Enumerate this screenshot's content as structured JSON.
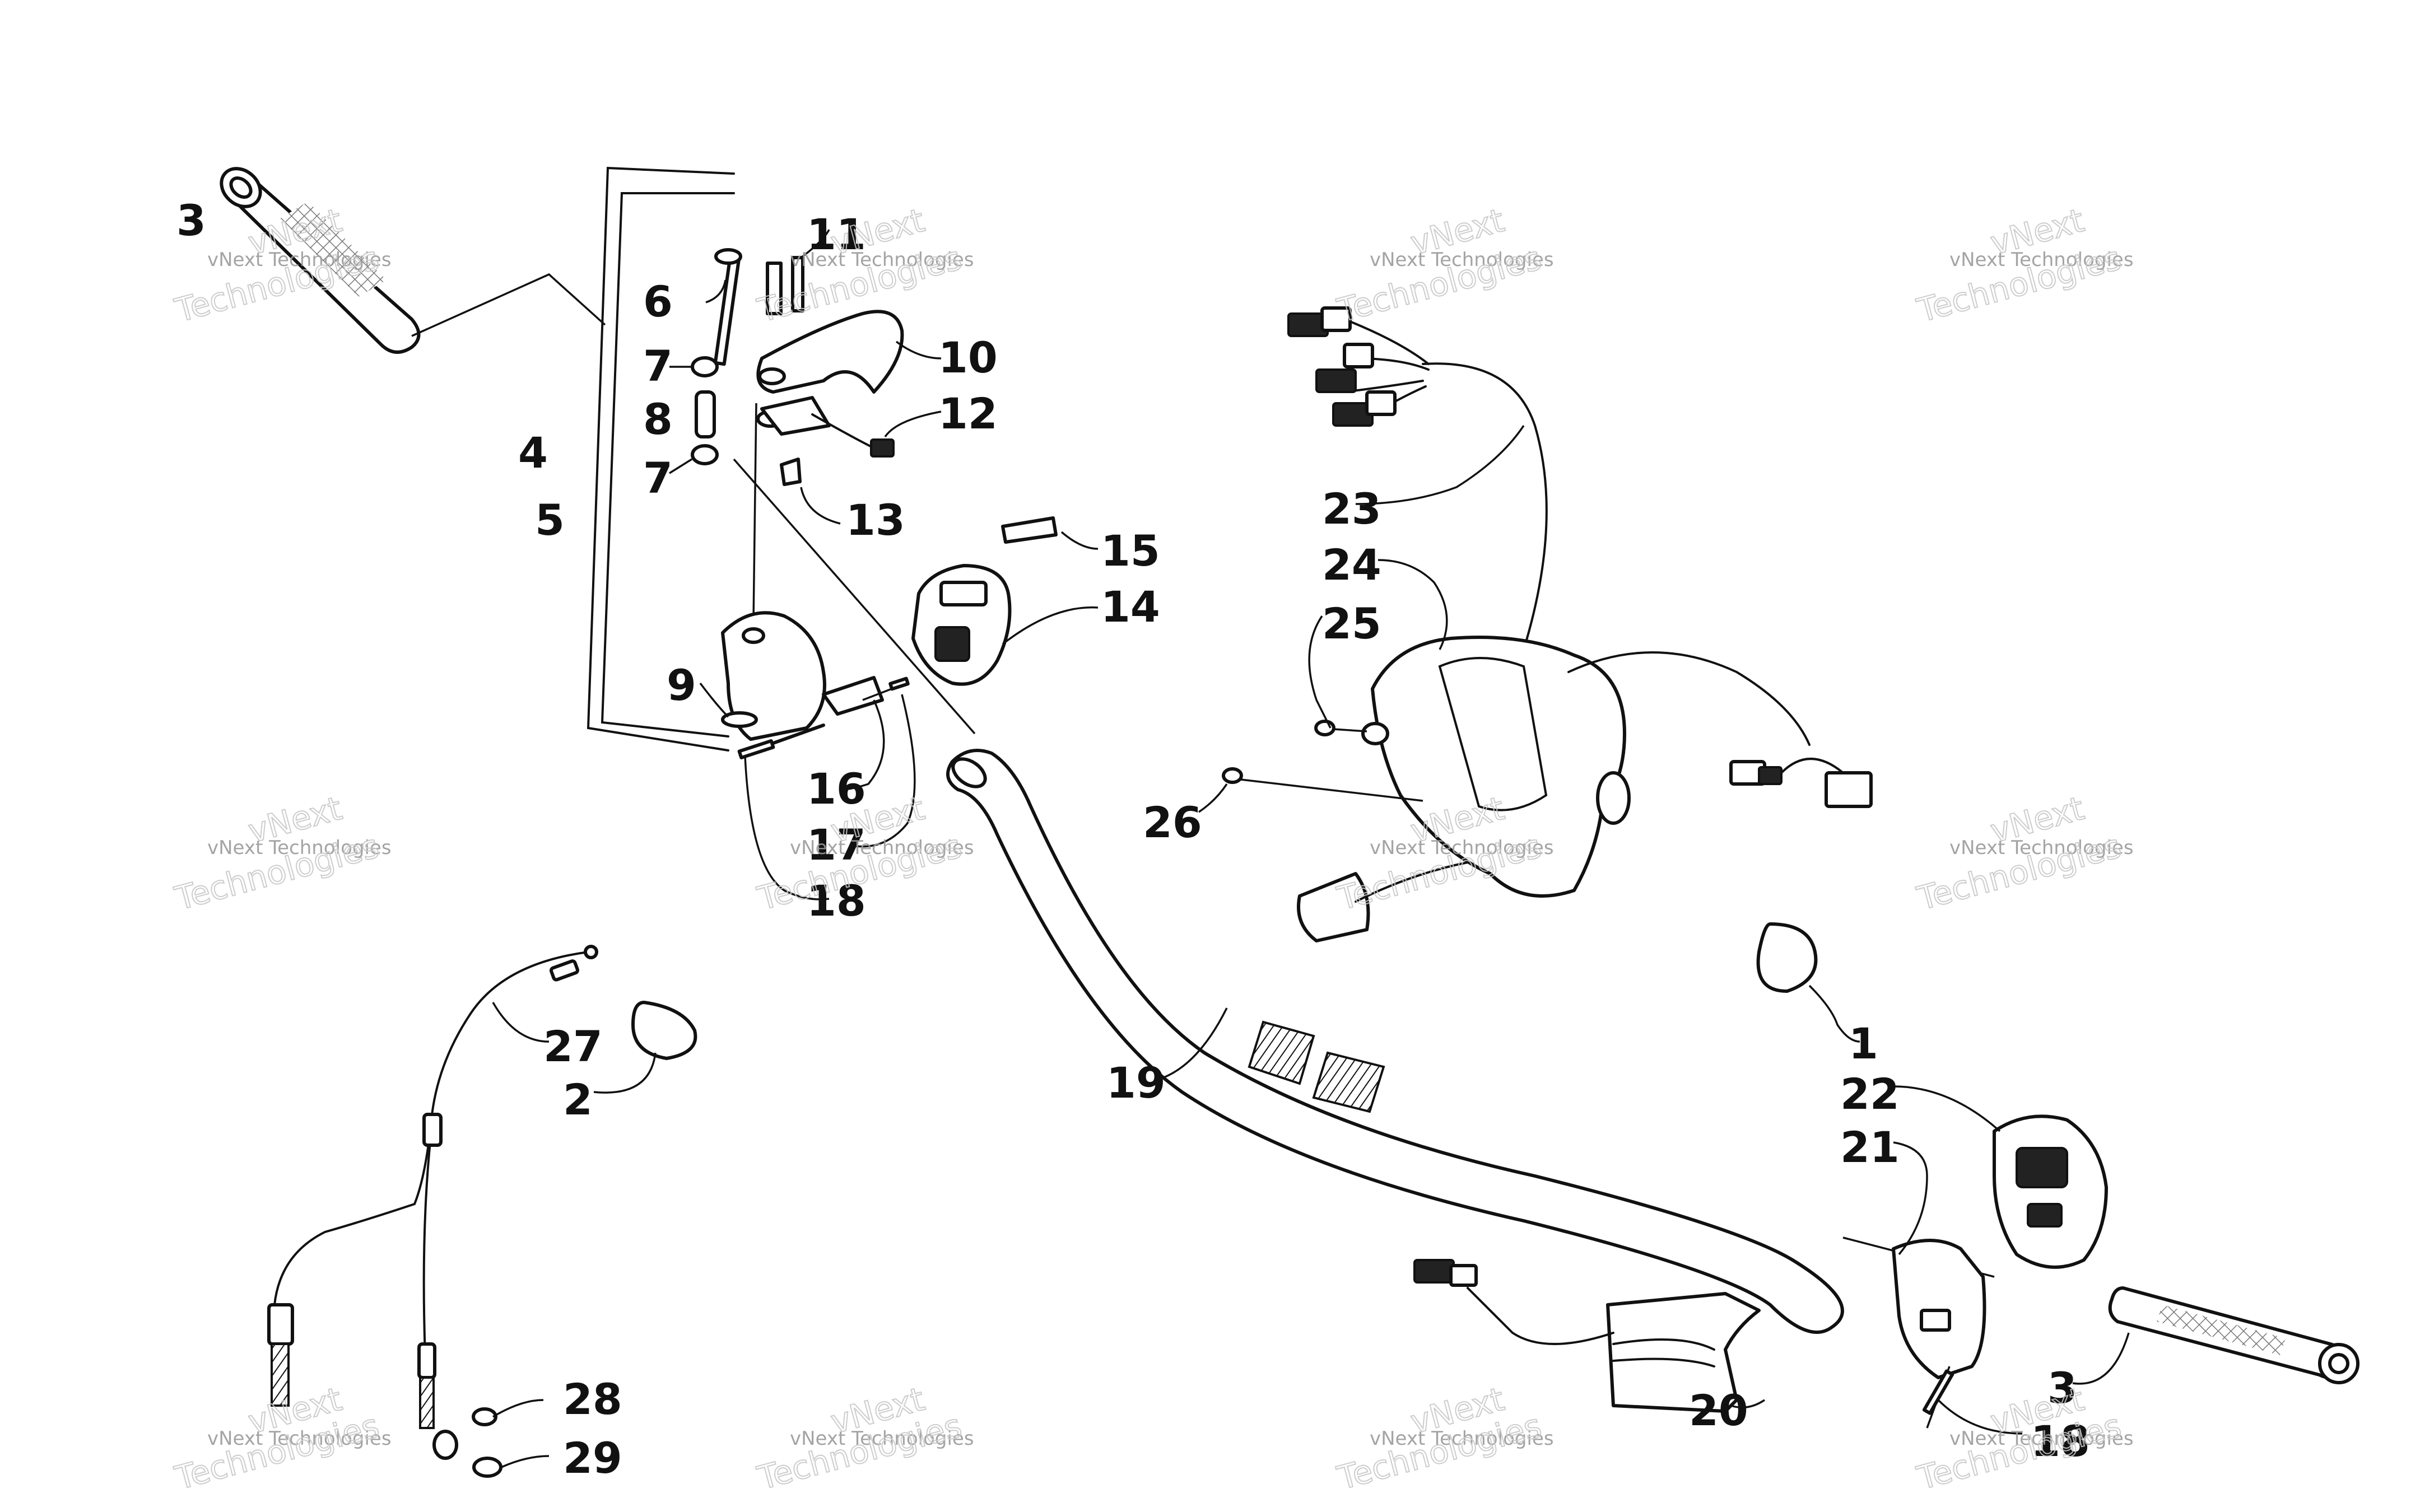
{
  "diagram": {
    "callouts": [
      {
        "id": "c3a",
        "text": "3"
      },
      {
        "id": "c11",
        "text": "11"
      },
      {
        "id": "c6",
        "text": "6"
      },
      {
        "id": "c10",
        "text": "10"
      },
      {
        "id": "c7a",
        "text": "7"
      },
      {
        "id": "c8",
        "text": "8"
      },
      {
        "id": "c12",
        "text": "12"
      },
      {
        "id": "c4",
        "text": "4"
      },
      {
        "id": "c7b",
        "text": "7"
      },
      {
        "id": "c5",
        "text": "5"
      },
      {
        "id": "c13",
        "text": "13"
      },
      {
        "id": "c15",
        "text": "15"
      },
      {
        "id": "c14",
        "text": "14"
      },
      {
        "id": "c9",
        "text": "9"
      },
      {
        "id": "c16",
        "text": "16"
      },
      {
        "id": "c17",
        "text": "17"
      },
      {
        "id": "c18a",
        "text": "18"
      },
      {
        "id": "c23",
        "text": "23"
      },
      {
        "id": "c24",
        "text": "24"
      },
      {
        "id": "c25",
        "text": "25"
      },
      {
        "id": "c26",
        "text": "26"
      },
      {
        "id": "c27",
        "text": "27"
      },
      {
        "id": "c2",
        "text": "2"
      },
      {
        "id": "c19",
        "text": "19"
      },
      {
        "id": "c1",
        "text": "1"
      },
      {
        "id": "c22",
        "text": "22"
      },
      {
        "id": "c21",
        "text": "21"
      },
      {
        "id": "c3b",
        "text": "3"
      },
      {
        "id": "c18b",
        "text": "18"
      },
      {
        "id": "c20",
        "text": "20"
      },
      {
        "id": "c28",
        "text": "28"
      },
      {
        "id": "c29",
        "text": "29"
      }
    ],
    "watermark": {
      "line1": "vNext Technologies",
      "line2": "vNext",
      "line3": "Technologies"
    }
  }
}
